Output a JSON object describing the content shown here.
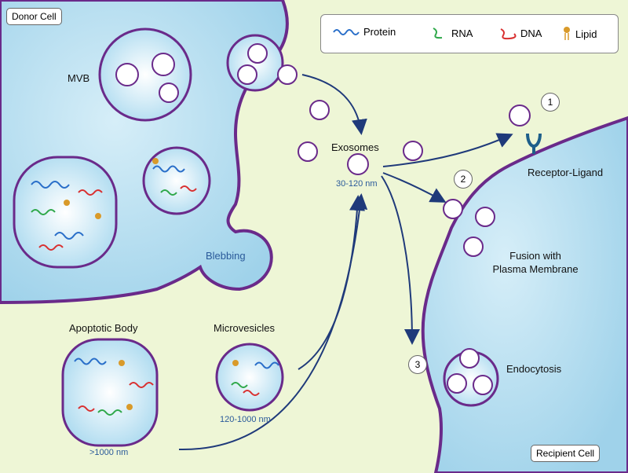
{
  "labels": {
    "donor_cell": "Donor Cell",
    "recipient_cell": "Recipient Cell",
    "mvb": "MVB",
    "blebbing": "Blebbing",
    "exosomes": "Exosomes",
    "exosome_size": "30-120 nm",
    "apoptotic_body": "Apoptotic Body",
    "apoptotic_size": ">1000 nm",
    "microvesicles": "Microvesicles",
    "microvesicle_size": "120-1000 nm",
    "receptor_ligand": "Receptor-Ligand",
    "fusion_line1": "Fusion with",
    "fusion_line2": "Plasma Membrane",
    "endocytosis": "Endocytosis"
  },
  "legend": [
    {
      "label": "Protein",
      "color": "#2a6fc9",
      "icon": "protein-icon"
    },
    {
      "label": "RNA",
      "color": "#2fa84a",
      "icon": "rna-icon"
    },
    {
      "label": "DNA",
      "color": "#d93030",
      "icon": "dna-icon"
    },
    {
      "label": "Lipid",
      "color": "#d99a2a",
      "icon": "lipid-icon"
    }
  ],
  "pathways": [
    "1",
    "2",
    "3"
  ],
  "colors": {
    "membrane": "#6a2a8a",
    "cytoplasm": "#a8d8ee",
    "background": "#eef6d6",
    "arrow": "#1f3a7a"
  }
}
